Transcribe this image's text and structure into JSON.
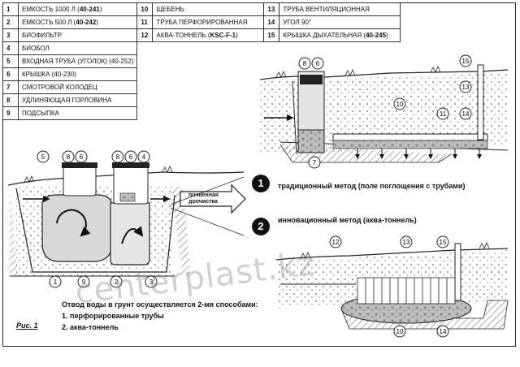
{
  "legend": {
    "rows": [
      [
        {
          "n": "1",
          "pre": "ЕМКОСТЬ 1000 Л (",
          "code": "40-241",
          "post": ")"
        },
        {
          "n": "10",
          "pre": "ЩЕБЕНЬ",
          "code": "",
          "post": ""
        },
        {
          "n": "13",
          "pre": "ТРУБА ВЕНТИЛЯЦИОННАЯ",
          "code": "",
          "post": ""
        }
      ],
      [
        {
          "n": "2",
          "pre": "ЕМКОСТЬ 500 Л (",
          "code": "40-242",
          "post": ")"
        },
        {
          "n": "11",
          "pre": "ТРУБА ПЕРФОРИРОВАННАЯ",
          "code": "",
          "post": ""
        },
        {
          "n": "14",
          "pre": "УГОЛ 90°",
          "code": "",
          "post": ""
        }
      ],
      [
        {
          "n": "3",
          "pre": "БИОФИЛЬТР",
          "code": "",
          "post": ""
        },
        {
          "n": "12",
          "pre": "АКВА-ТОННЕЛЬ (",
          "code": "KSC-F-1",
          "post": ")"
        },
        {
          "n": "15",
          "pre": "КРЫШКА ДЫХАТЕЛЬНАЯ (",
          "code": "40-245",
          "post": ")"
        }
      ],
      [
        {
          "n": "4",
          "pre": "БИОБОЛ",
          "code": "",
          "post": ""
        }
      ],
      [
        {
          "n": "5",
          "pre": "ВХОДНАЯ ТРУБА (УГОЛОК) (40-252)",
          "code": "",
          "post": ""
        }
      ],
      [
        {
          "n": "6",
          "pre": "КРЫШКА (40-230)",
          "code": "",
          "post": ""
        }
      ],
      [
        {
          "n": "7",
          "pre": "СМОТРОВОЙ КОЛОДЕЦ",
          "code": "",
          "post": ""
        }
      ],
      [
        {
          "n": "8",
          "pre": "УДЛИНЯЮЩАЯ ГОРЛОВИНА",
          "code": "",
          "post": ""
        }
      ],
      [
        {
          "n": "9",
          "pre": "ПОДСЫПКА",
          "code": "",
          "post": ""
        }
      ]
    ]
  },
  "methods": {
    "m1_number": "1",
    "m1_label": "традиционный метод (поле поглощения с трубами)",
    "m2_number": "2",
    "m2_label": "инновационный метод (аква-тоннель)"
  },
  "arrow_label_line1": "почвенная",
  "arrow_label_line2": "доочистка",
  "caption": {
    "title": "Отвод воды в грунт осуществляется 2-мя способами:",
    "item1": "1. перфорированные трубы",
    "item2": "2. аква-тоннель",
    "fig": "Рис. 1"
  },
  "watermark": "centerplast.kz",
  "callouts": {
    "main": [
      "5",
      "8",
      "6",
      "8",
      "6",
      "4",
      "1",
      "9",
      "2",
      "3"
    ],
    "top": [
      "8",
      "6",
      "15",
      "13",
      "10",
      "11",
      "14",
      "7"
    ],
    "bottom": [
      "12",
      "13",
      "15",
      "10",
      "14"
    ]
  }
}
